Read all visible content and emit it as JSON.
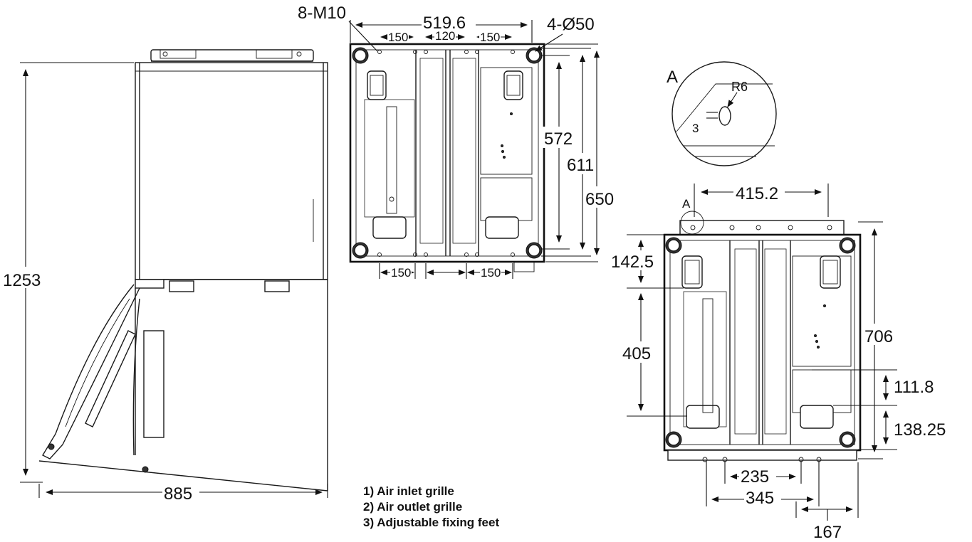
{
  "side_view": {
    "height_label": "1253",
    "depth_label": "885"
  },
  "top_view": {
    "hole_label": "8-M10",
    "width_label": "519.6",
    "foot_label": "4-Ø50",
    "spacing_a": "150",
    "spacing_b": "120",
    "spacing_c": "150",
    "depth_inner": "572",
    "depth_mid": "611",
    "depth_outer": "650",
    "bottom_spacing_a": "150",
    "bottom_spacing_b": "150"
  },
  "detail_a": {
    "title": "A",
    "radius_label": "R6",
    "offset_label": "3"
  },
  "bottom_view": {
    "marker": "A",
    "width_label": "415.2",
    "offset_top": "142.5",
    "inner_span": "405",
    "depth_total": "706",
    "offset_a": "111.8",
    "offset_b": "138.25",
    "span_a": "235",
    "span_b": "345",
    "span_c": "167"
  },
  "legend": [
    "1) Air inlet grille",
    "2) Air outlet grille",
    "3) Adjustable fixing feet"
  ]
}
